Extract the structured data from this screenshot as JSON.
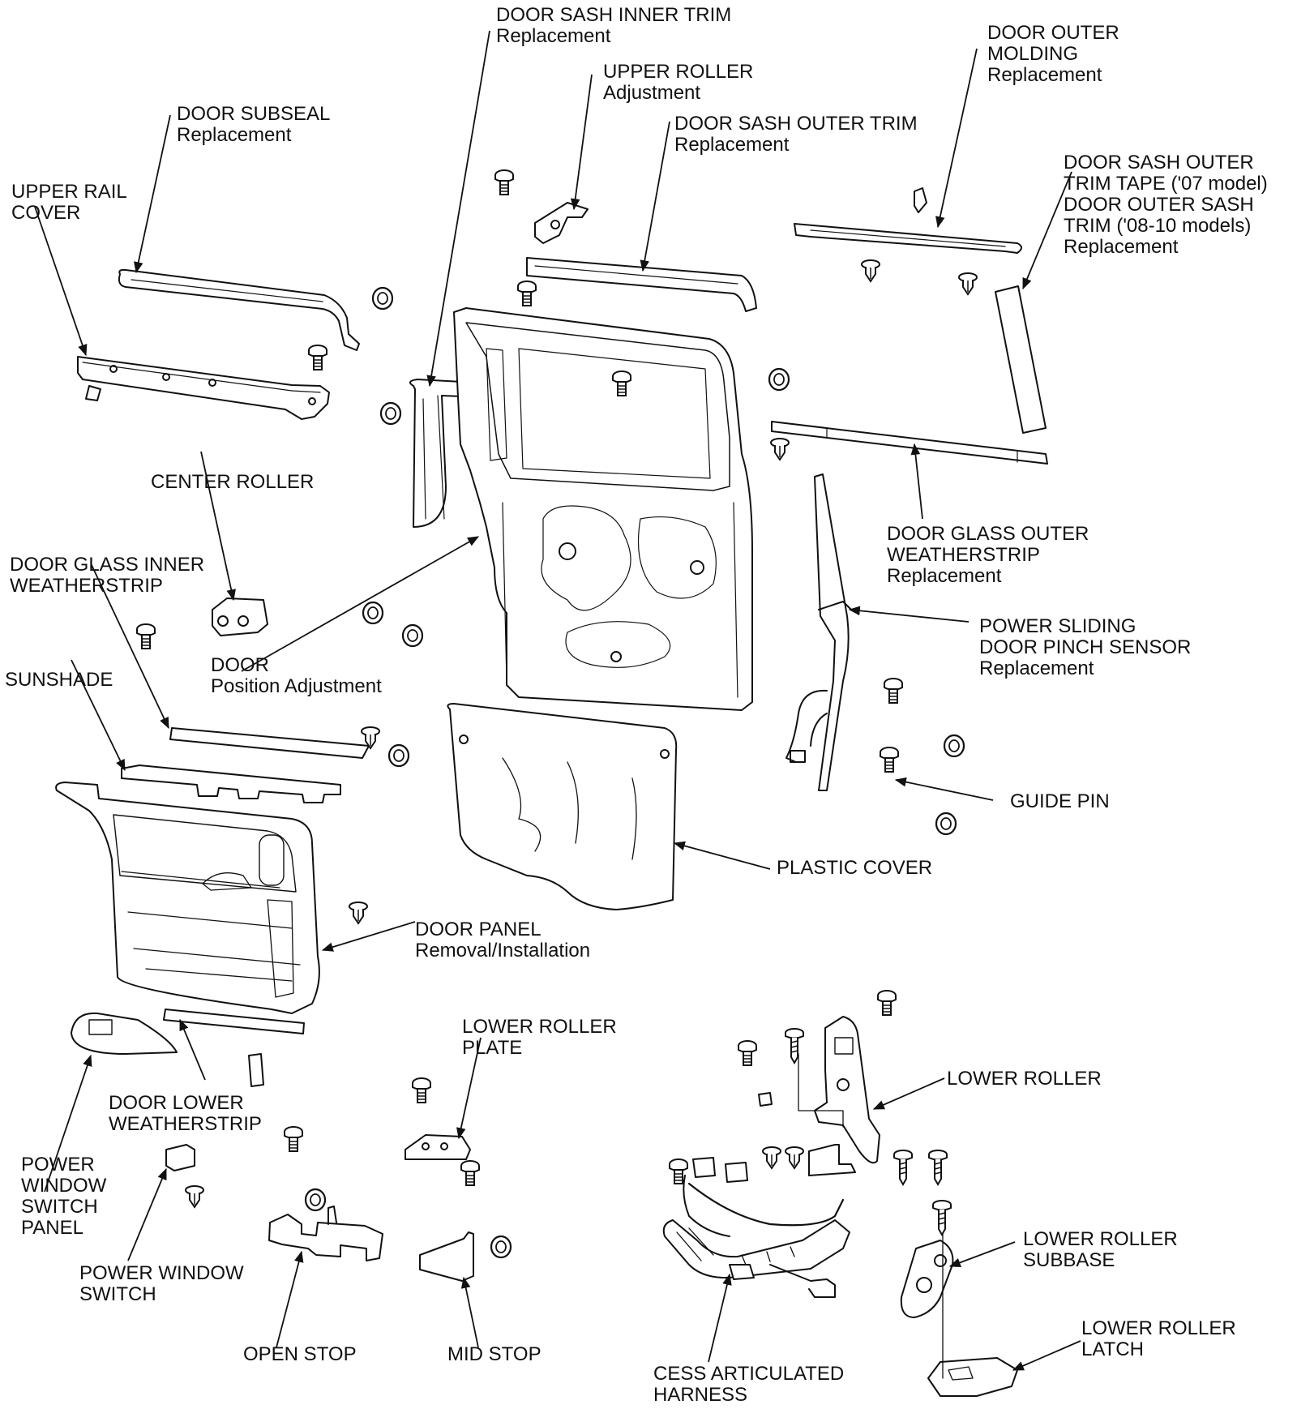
{
  "colors": {
    "ink": "#111111",
    "paper": "#ffffff"
  },
  "labels": {
    "door_sash_inner_trim": [
      "DOOR SASH INNER TRIM",
      "Replacement"
    ],
    "upper_roller": [
      "UPPER ROLLER",
      "Adjustment"
    ],
    "door_outer_molding": [
      "DOOR OUTER",
      "MOLDING",
      "Replacement"
    ],
    "door_sash_outer_trim": [
      "DOOR SASH OUTER TRIM",
      "Replacement"
    ],
    "door_subseal": [
      "DOOR SUBSEAL",
      "Replacement"
    ],
    "sash_outer_trim_tape": [
      "DOOR SASH OUTER",
      "TRIM TAPE ('07 model)",
      "DOOR OUTER SASH",
      "TRIM ('08-10 models)",
      "Replacement"
    ],
    "upper_rail_cover": [
      "UPPER RAIL",
      "COVER"
    ],
    "center_roller": [
      "CENTER ROLLER"
    ],
    "glass_outer_weatherstrip": [
      "DOOR GLASS OUTER",
      "WEATHERSTRIP",
      "Replacement"
    ],
    "glass_inner_weatherstrip": [
      "DOOR GLASS INNER",
      "WEATHERSTRIP"
    ],
    "pinch_sensor": [
      "POWER SLIDING",
      "DOOR PINCH SENSOR",
      "Replacement"
    ],
    "door": [
      "DOOR",
      "Position Adjustment"
    ],
    "sunshade": [
      "SUNSHADE"
    ],
    "guide_pin": [
      "GUIDE PIN"
    ],
    "plastic_cover": [
      "PLASTIC COVER"
    ],
    "door_panel": [
      "DOOR PANEL",
      "Removal/Installation"
    ],
    "lower_roller_plate": [
      "LOWER ROLLER",
      "PLATE"
    ],
    "lower_roller": [
      "LOWER ROLLER"
    ],
    "door_lower_weatherstrip": [
      "DOOR LOWER",
      "WEATHERSTRIP"
    ],
    "pw_switch_panel": [
      "POWER",
      "WINDOW",
      "SWITCH",
      "PANEL"
    ],
    "lower_roller_subbase": [
      "LOWER ROLLER",
      "SUBBASE"
    ],
    "pw_switch": [
      "POWER WINDOW",
      "SWITCH"
    ],
    "lower_roller_latch": [
      "LOWER ROLLER",
      "LATCH"
    ],
    "open_stop": [
      "OPEN STOP"
    ],
    "mid_stop": [
      "MID STOP"
    ],
    "cess_harness": [
      "CESS ARTICULATED",
      "HARNESS"
    ]
  }
}
